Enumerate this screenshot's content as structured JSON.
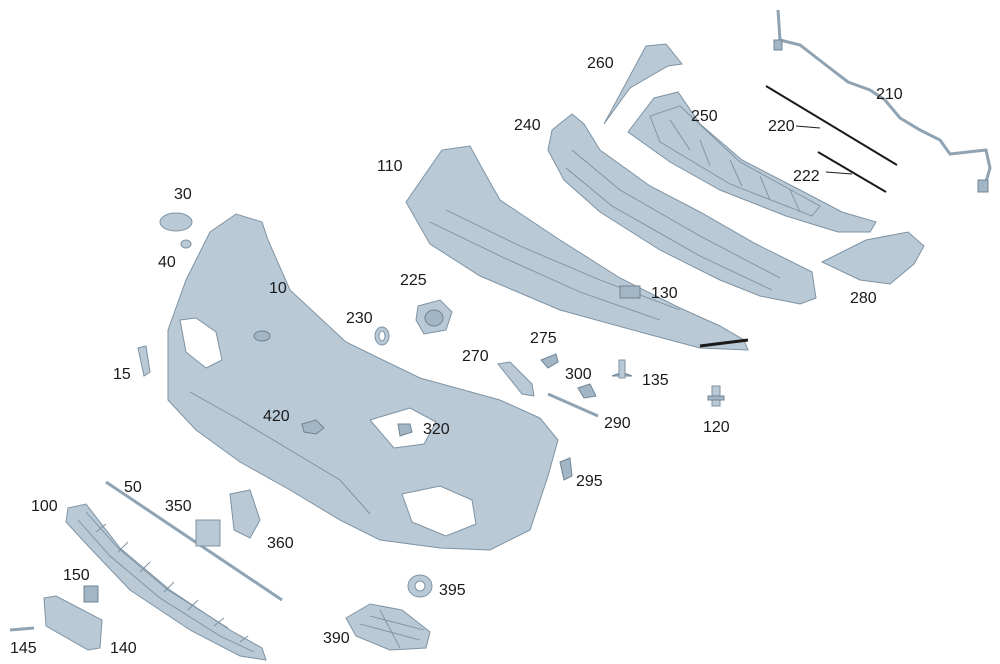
{
  "labels": {
    "p10": "10",
    "p15": "15",
    "p30": "30",
    "p40": "40",
    "p50": "50",
    "p100": "100",
    "p110": "110",
    "p120": "120",
    "p130": "130",
    "p135": "135",
    "p140": "140",
    "p145": "145",
    "p150": "150",
    "p210": "210",
    "p220": "220",
    "p222": "222",
    "p225": "225",
    "p230": "230",
    "p240": "240",
    "p250": "250",
    "p260": "260",
    "p270": "270",
    "p275": "275",
    "p280": "280",
    "p290": "290",
    "p295": "295",
    "p300": "300",
    "p320": "320",
    "p350": "350",
    "p360": "360",
    "p390": "390",
    "p395": "395",
    "p420": "420"
  },
  "colors": {
    "part_fill": "#b9c9d6",
    "part_edge": "#7f93a3",
    "label": "#1a1a1a"
  },
  "icons": {
    "style": "exploded-view-part"
  }
}
